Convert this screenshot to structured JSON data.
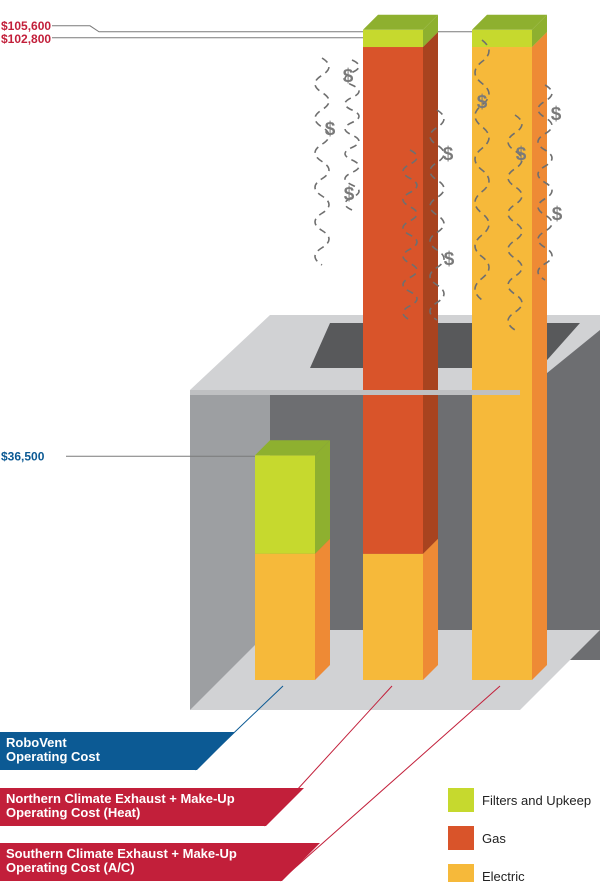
{
  "colors": {
    "electric": "#f6b93a",
    "electric_side": "#ee8a35",
    "gas": "#d9542a",
    "gas_side": "#a8431f",
    "filters": "#c6d92e",
    "filters_side": "#8eb02f",
    "robovent_blue": "#0c5a94",
    "accent_red": "#c21f3a"
  },
  "chart_data": {
    "type": "bar",
    "stacked": true,
    "categories": [
      "RoboVent Operating Cost",
      "Northern Climate Exhaust + Make-Up Operating Cost (Heat)",
      "Southern Climate Exhaust + Make-Up Operating Cost (A/C)"
    ],
    "series": [
      {
        "name": "Electric",
        "color": "#f6b93a",
        "values": [
          20500,
          20500,
          102800
        ]
      },
      {
        "name": "Gas",
        "color": "#d9542a",
        "values": [
          0,
          82300,
          0
        ]
      },
      {
        "name": "Filters and Upkeep",
        "color": "#c6d92e",
        "values": [
          16000,
          2800,
          2800
        ]
      }
    ],
    "value_labels": [
      "$105,600",
      "$102,800",
      "$36,500"
    ],
    "category_labels": [
      [
        "RoboVent",
        "Operating Cost"
      ],
      [
        "Northern Climate Exhaust + Make-Up",
        "Operating Cost (Heat)"
      ],
      [
        "Southern Climate Exhaust + Make-Up",
        "Operating Cost (A/C)"
      ]
    ],
    "legend": [
      "Filters and Upkeep",
      "Gas",
      "Electric"
    ],
    "legend_position": "bottom-right",
    "dollar_symbol": "$",
    "ylim": [
      0,
      108000
    ],
    "grid": false
  }
}
